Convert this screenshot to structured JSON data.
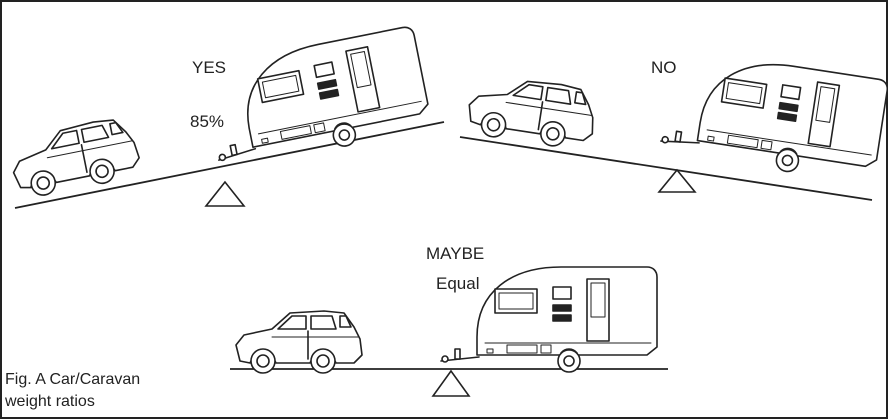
{
  "panels": {
    "yes": {
      "label": "YES",
      "ratio": "85%"
    },
    "no": {
      "label": "NO"
    },
    "maybe": {
      "label": "MAYBE",
      "ratio": "Equal"
    }
  },
  "caption": {
    "line1": "Fig. A Car/Caravan",
    "line2": "weight ratios"
  },
  "icons": {
    "car": "car-icon",
    "caravan": "caravan-icon",
    "fulcrum": "fulcrum-triangle-icon",
    "beam": "balance-beam"
  },
  "colors": {
    "line": "#222222",
    "background": "#ffffff"
  }
}
